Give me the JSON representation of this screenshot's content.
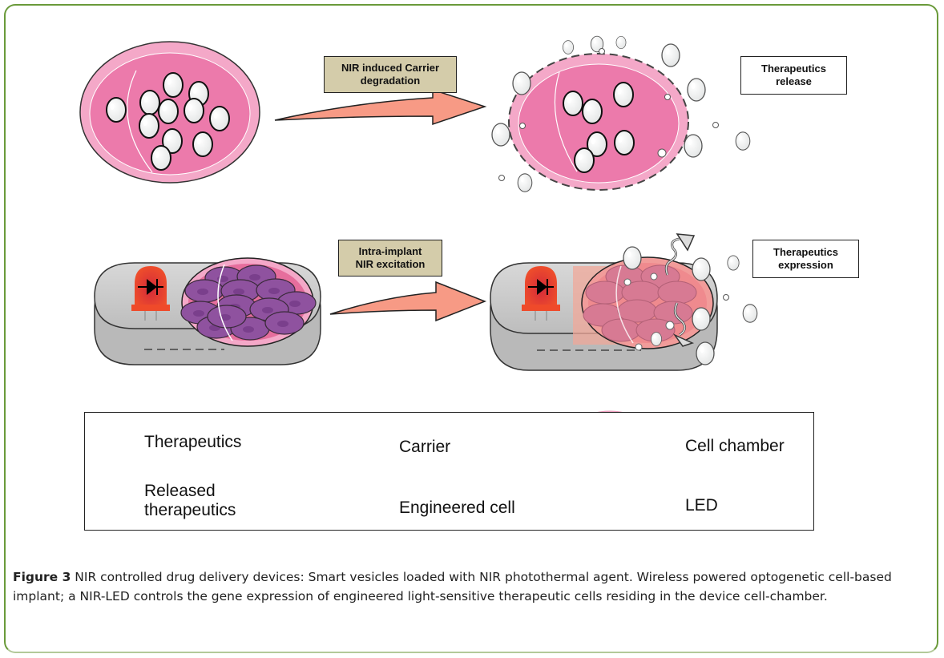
{
  "figure": {
    "top_row": {
      "arrow_label": "NIR induced Carrier degradation",
      "arrow_label_lines": [
        "NIR induced Carrier",
        "degradation"
      ],
      "result_label_lines": [
        "Therapeutics",
        "release"
      ]
    },
    "bottom_row": {
      "arrow_label_lines": [
        "Intra-implant",
        "NIR excitation"
      ],
      "result_label_lines": [
        "Therapeutics",
        "expression"
      ]
    },
    "legend": {
      "items": [
        {
          "icon": "therapeutic-vesicle-icon",
          "label": "Therapeutics"
        },
        {
          "icon": "carrier-icon",
          "label": "Carrier"
        },
        {
          "icon": "cell-chamber-icon",
          "label": "Cell chamber"
        },
        {
          "icon": "released-therapeutic-icon",
          "label_lines": [
            "Released",
            "therapeutics"
          ]
        },
        {
          "icon": "engineered-cell-icon",
          "label": "Engineered cell"
        },
        {
          "icon": "led-icon",
          "label": "LED"
        }
      ]
    },
    "colors": {
      "frame_border": "#6a9a3a",
      "carrier_pink": "#ec7aab",
      "carrier_rim": "#f4a8c8",
      "arrow_salmon": "#f79a85",
      "label_tan": "#d4ccaa",
      "cell_purple": "#8a4f9c",
      "led_red": "#e8402a",
      "implant_gray": "#c8c8c8"
    }
  },
  "caption": {
    "label": "Figure 3",
    "text": " NIR controlled drug delivery devices: Smart vesicles loaded with NIR photothermal agent. Wireless powered optogenetic cell-based implant; a NIR-LED controls the gene expression of engineered light-sensitive therapeutic cells residing in the device cell-chamber."
  }
}
